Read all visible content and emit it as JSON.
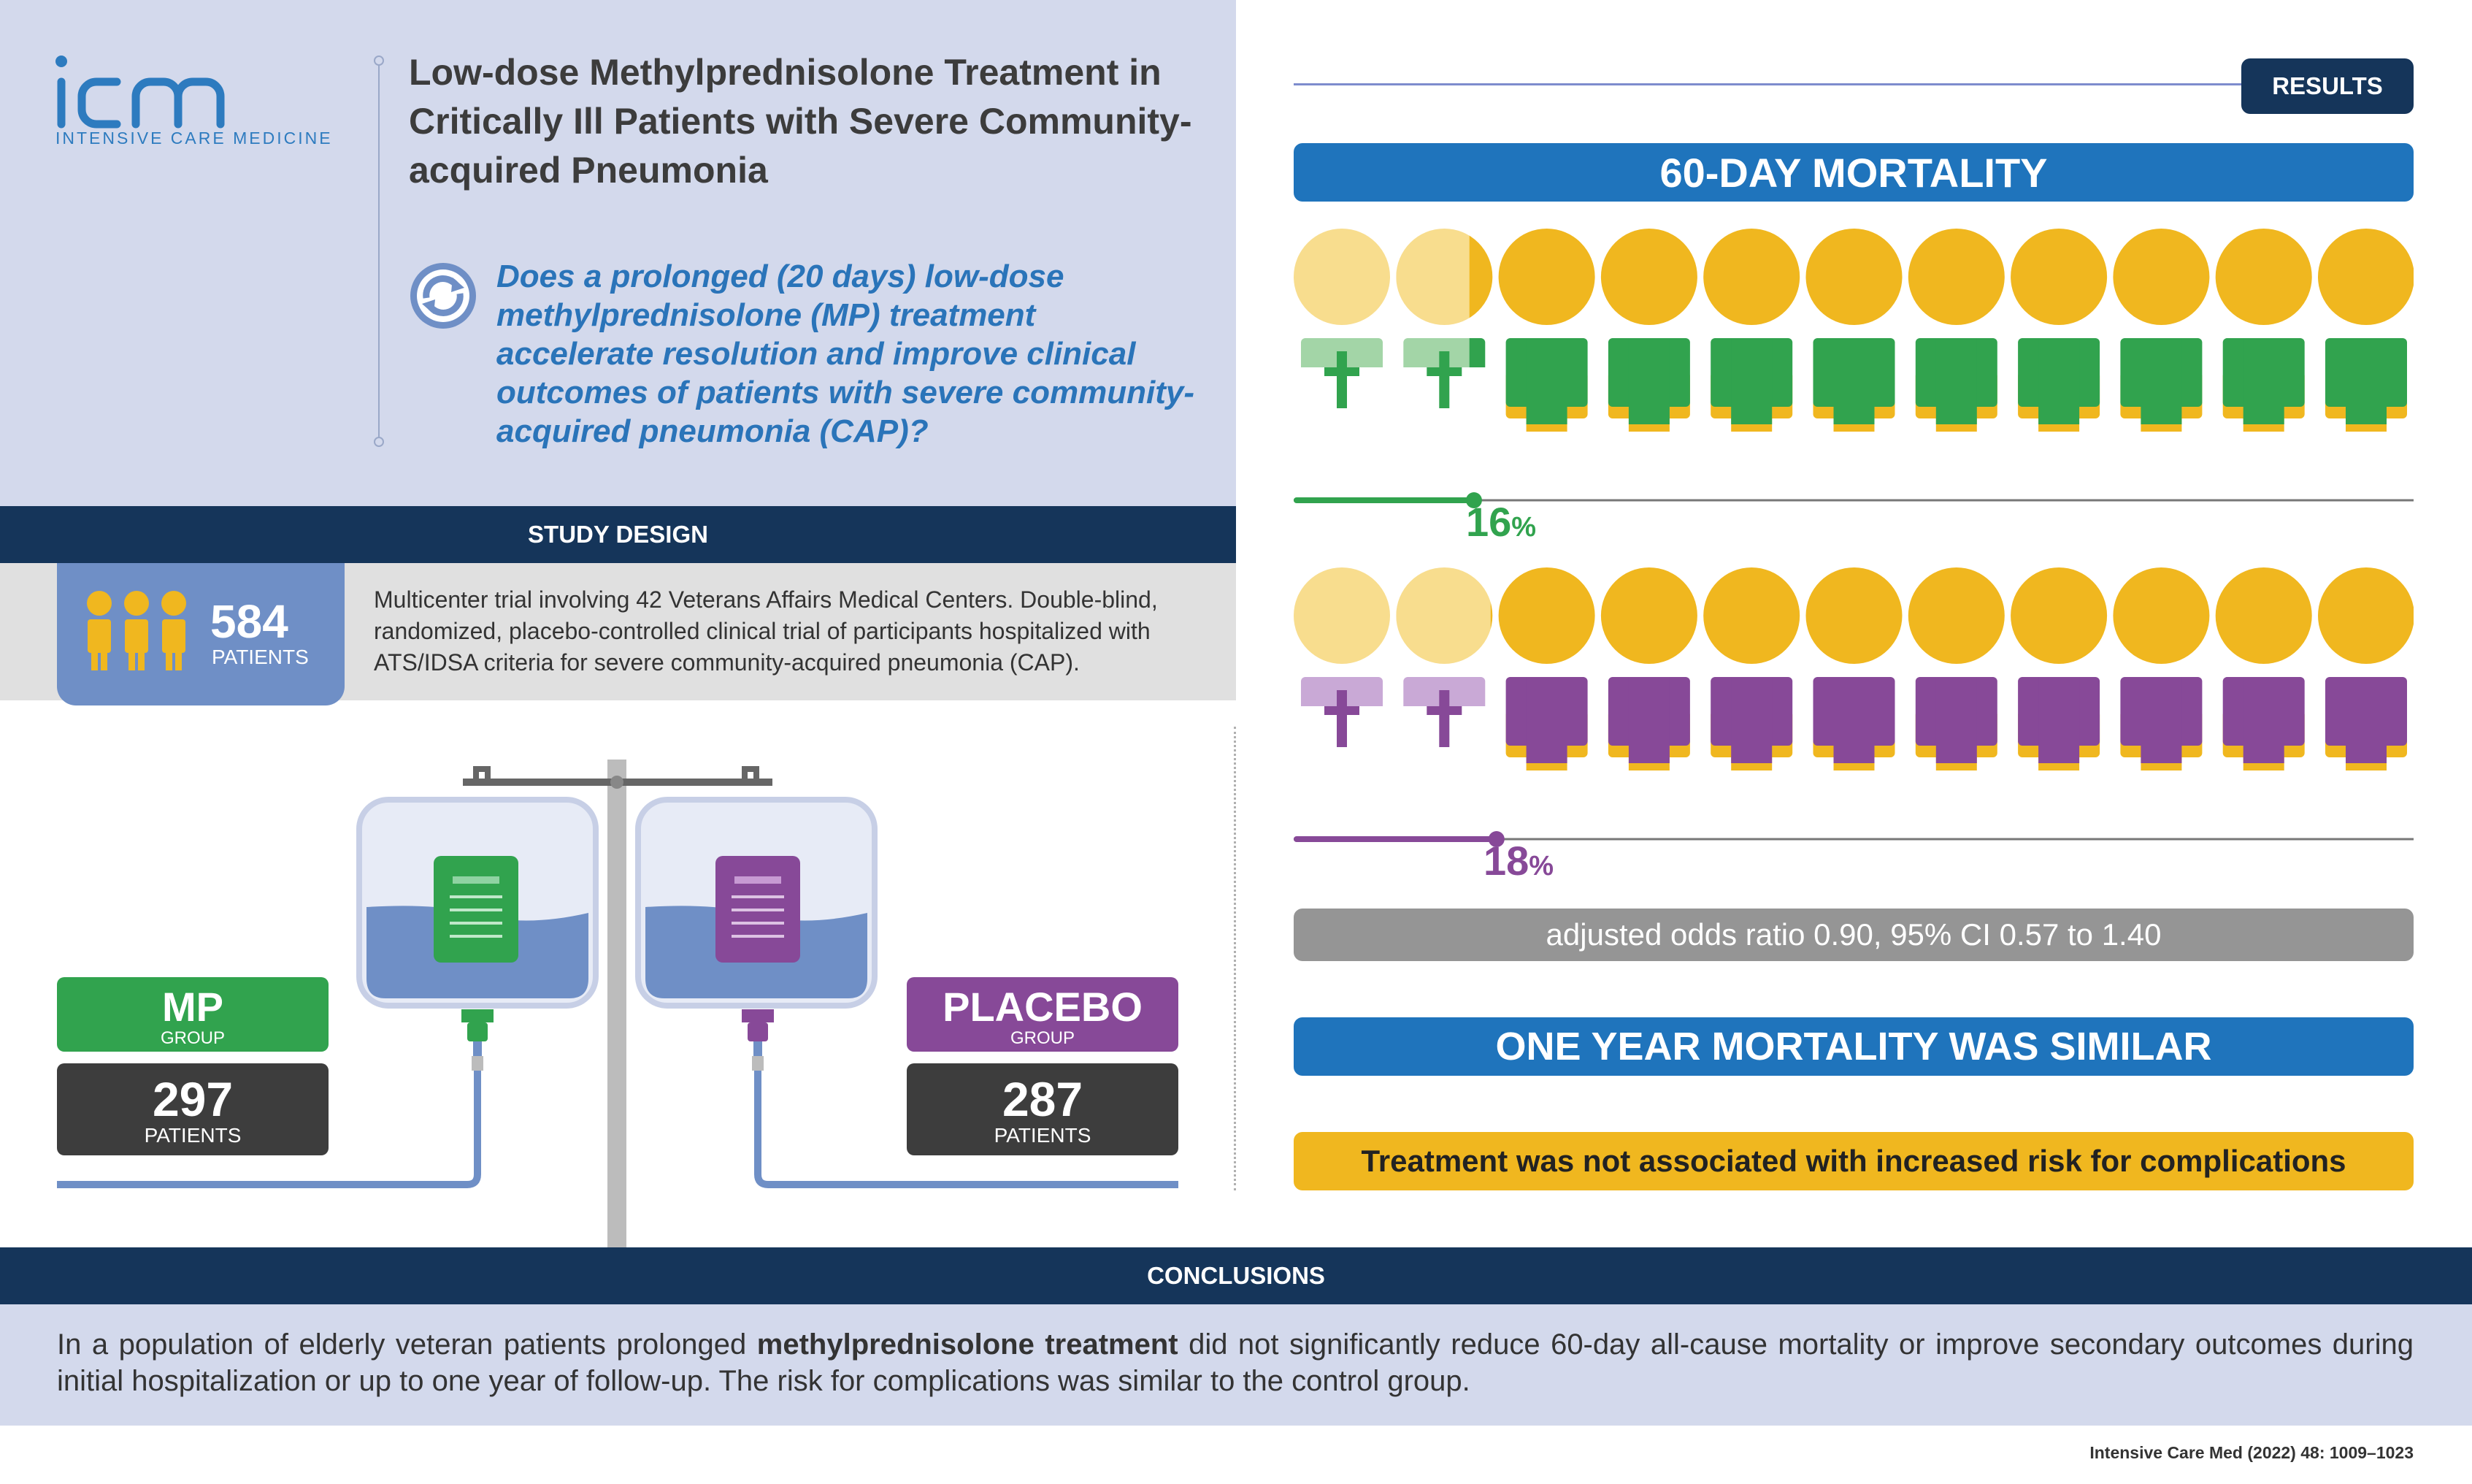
{
  "header": {
    "logo_text": "icm",
    "logo_subtitle": "INTENSIVE CARE MEDICINE",
    "title": "Low-dose Methylprednisolone Treatment in Critically Ill Patients with Severe Community-acquired Pneumonia",
    "question": "Does a prolonged (20 days) low-dose methylprednisolone (MP) treatment accelerate resolution and improve clinical outcomes of patients with severe community-acquired pneumonia (CAP)?"
  },
  "study_design": {
    "heading": "STUDY DESIGN",
    "total_patients": "584",
    "patients_label": "PATIENTS",
    "description": "Multicenter trial involving 42 Veterans Affairs Medical Centers. Double-blind, randomized, placebo-controlled clinical trial of participants hospitalized with ATS/IDSA criteria for severe community-acquired pneumonia (CAP)."
  },
  "groups": {
    "mp": {
      "name": "MP",
      "sub": "GROUP",
      "count": "297",
      "count_label": "PATIENTS",
      "color": "#31a34e"
    },
    "placebo": {
      "name": "PLACEBO",
      "sub": "GROUP",
      "count": "287",
      "count_label": "PATIENTS",
      "color": "#874998"
    }
  },
  "results": {
    "badge": "RESULTS",
    "mortality_heading": "60-DAY MORTALITY",
    "mp_mortality": {
      "value": "16",
      "unit": "%",
      "fraction": 0.16
    },
    "placebo_mortality": {
      "value": "18",
      "unit": "%",
      "fraction": 0.18
    },
    "people_per_row": 11,
    "odds_ratio": "adjusted odds ratio 0.90, 95% CI 0.57 to 1.40",
    "one_year": "ONE YEAR MORTALITY WAS SIMILAR",
    "complications": "Treatment was not associated with increased risk for complications"
  },
  "conclusions": {
    "heading": "CONCLUSIONS",
    "text_before": "In a population of elderly veteran patients prolonged ",
    "text_bold": "methylprednisolone treatment",
    "text_after": " did not significantly reduce 60-day all-cause mortality or improve secondary outcomes during initial hospitalization or up to one year of follow-up. The risk for complications was similar to the control group."
  },
  "citation": "Intensive Care Med (2022) 48: 1009–1023",
  "colors": {
    "navy": "#15355a",
    "blue": "#1f74bc",
    "green": "#31a34e",
    "purple": "#874998",
    "yellow": "#f0b71f",
    "gray": "#959595"
  }
}
